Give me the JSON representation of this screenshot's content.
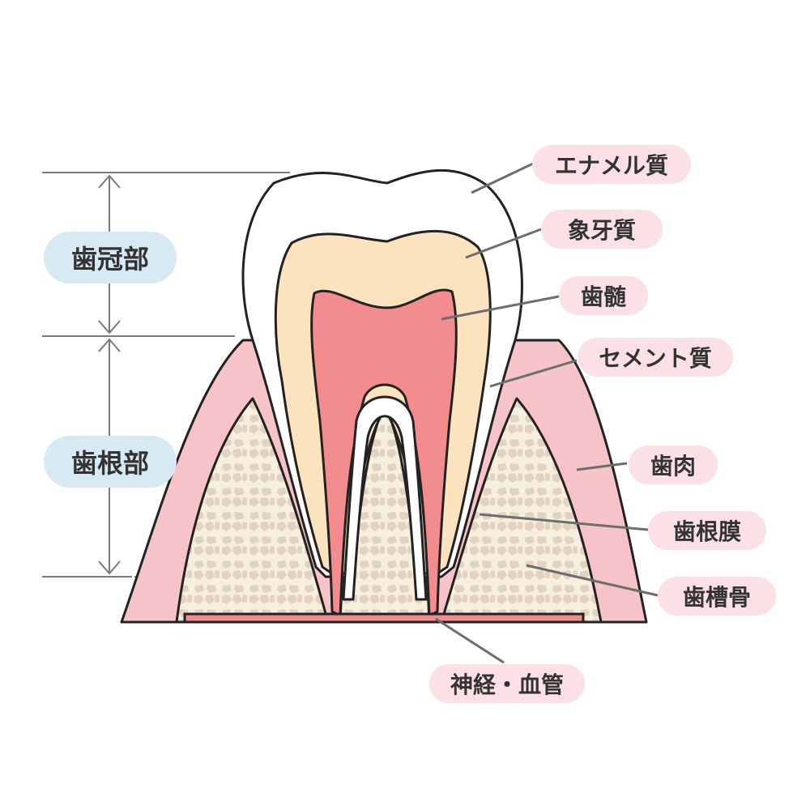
{
  "sections": {
    "crown": "歯冠部",
    "root": "歯根部"
  },
  "labels": {
    "enamel": "エナメル質",
    "dentin": "象牙質",
    "pulp": "歯髄",
    "cementum": "セメント質",
    "gingiva": "歯肉",
    "periodontal_ligament": "歯根膜",
    "alveolar_bone": "歯槽骨",
    "nerves_vessels": "神経・血管"
  },
  "colors": {
    "gum": "#f6c3c8",
    "bone": "#f6efdd",
    "bone_cells": "#e2d2c2",
    "enamel": "#ffffff",
    "dentin": "#fbe3bf",
    "pulp": "#f38c8e",
    "label_pink": "#fbe1e6",
    "label_blue": "#d7e9f2",
    "leader": "#6d6d6d"
  }
}
